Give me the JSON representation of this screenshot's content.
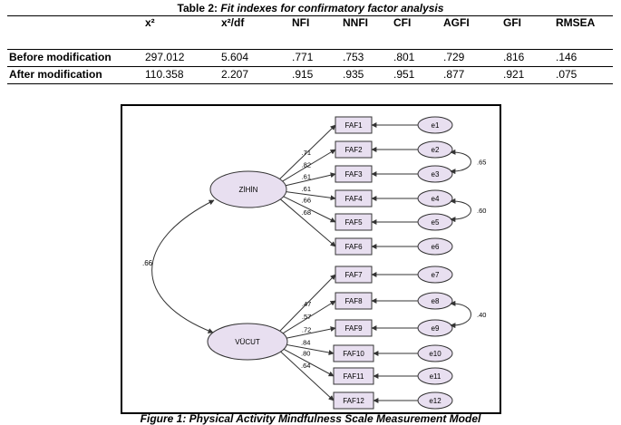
{
  "table_caption": {
    "label": "Table 2:",
    "title": "Fit indexes for confirmatory factor analysis"
  },
  "table": {
    "headers": [
      "",
      "x²",
      "x²/df",
      "NFI",
      "NNFI",
      "CFI",
      "AGFI",
      "GFI",
      "RMSEA"
    ],
    "rows": [
      [
        "Before modification",
        "297.012",
        "5.604",
        ".771",
        ".753",
        ".801",
        ".729",
        ".816",
        ".146"
      ],
      [
        "After modification",
        "110.358",
        "2.207",
        ".915",
        ".935",
        ".951",
        ".877",
        ".921",
        ".075"
      ]
    ]
  },
  "diagram": {
    "factors": [
      {
        "id": "f1",
        "label": "ZİHİN"
      },
      {
        "id": "f2",
        "label": "VÜCUT"
      }
    ],
    "factor_correlation": ".66",
    "items": [
      {
        "label": "FAF1",
        "error": "e1",
        "loading": ".71",
        "factor": "f1"
      },
      {
        "label": "FAF2",
        "error": "e2",
        "loading": ".82",
        "factor": "f1"
      },
      {
        "label": "FAF3",
        "error": "e3",
        "loading": ".61",
        "factor": "f1"
      },
      {
        "label": "FAF4",
        "error": "e4",
        "loading": ".61",
        "factor": "f1"
      },
      {
        "label": "FAF5",
        "error": "e5",
        "loading": ".66",
        "factor": "f1"
      },
      {
        "label": "FAF6",
        "error": "e6",
        "loading": ".68",
        "factor": "f1"
      },
      {
        "label": "FAF7",
        "error": "e7",
        "loading": ".47",
        "factor": "f2"
      },
      {
        "label": "FAF8",
        "error": "e8",
        "loading": ".57",
        "factor": "f2"
      },
      {
        "label": "FAF9",
        "error": "e9",
        "loading": ".72",
        "factor": "f2"
      },
      {
        "label": "FAF10",
        "error": "e10",
        "loading": ".84",
        "factor": "f2"
      },
      {
        "label": "FAF11",
        "error": "e11",
        "loading": ".80",
        "factor": "f2"
      },
      {
        "label": "FAF12",
        "error": "e12",
        "loading": ".64",
        "factor": "f2"
      }
    ],
    "error_covariances": [
      {
        "between": [
          "e2",
          "e3"
        ],
        "value": ".65"
      },
      {
        "between": [
          "e4",
          "e5"
        ],
        "value": ".60"
      },
      {
        "between": [
          "e8",
          "e9"
        ],
        "value": ".40"
      }
    ],
    "colors": {
      "fill": "#e8dff0",
      "stroke": "#333333"
    }
  },
  "figure_caption": {
    "label": "Figure 1:",
    "title": "Physical Activity Mindfulness Scale Measurement Model"
  }
}
